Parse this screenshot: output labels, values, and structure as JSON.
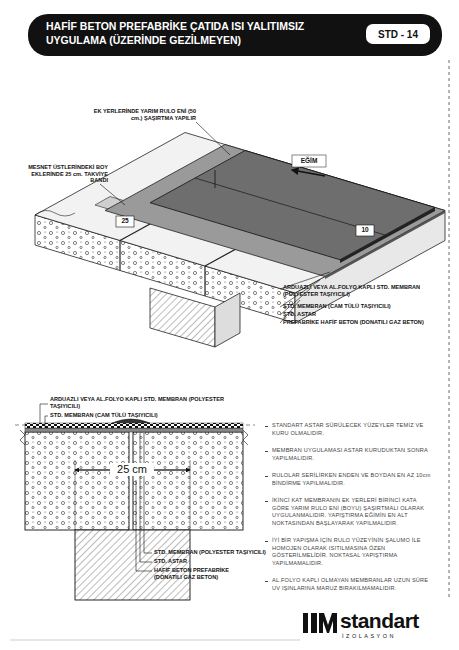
{
  "diagram": {
    "title": "HAFİF BETON PREFABRİKE ÇATIDA ISI YALITIMSIZ UYGULAMA (ÜZERİNDE GEZİLMEYEN)",
    "nodes": [
      {
        "text": [
          "STD - 14"
        ]
      }
    ],
    "labels": [
      "EK YERLERİNDE YARIM RULO ENİ (50 cm.) ŞAŞIRTMA YAPILIR",
      "MESNET ÜSTLERİNDEKİ BOY EKLERİNDE 25 cm. TAKVİYE BANDI",
      "EĞİM",
      "10",
      "25",
      "ARDUAZLI VEYA  AL.FOLYO KAPLI STD. MEMBRAN (POLYESTER TAŞIYICILI)",
      "STD. MEMBRAN (CAM TÜLÜ TAŞIYICILI)",
      "STD. ASTAR",
      "PREFABRİKE HAFİF BETON (DONATILI GAZ BETON)",
      "ARDUAZLI VEYA  AL.FOLYO KAPLI STD. MEMBRAN (POLYESTER TAŞIYICILI)",
      "STD. MEMBRAN (CAM TÜLÜ TAŞIYICILI)",
      "25 cm",
      "STD. MEMBRAN (POLYESTER TAŞIYICILI)",
      "STD. ASTAR",
      "HAFİF BETON PREFABRİKE (DONATILI GAZ BETON)",
      "STANDART ASTAR SÜRÜLECEK YÜZEYLER TEMİZ VE KURU OLMALIDIR.",
      "MEMBRAN UYGULAMASI ASTAR KURUDUKTAN SONRA YAPILMALIDIR.",
      "RULOLAR SERİLİRKEN ENDEN VE BOYDAN EN AZ 10cm BİNDİRME YAPILMALIDIR.",
      "İKİNCİ KAT MEMBRANIN EK YERLERİ BİRİNCİ KATA GÖRE YARIM RULO ENİ (BOYU) ŞAŞIRTMALI OLARAK UYGULANMALIDIR. YAPIŞTIRMA EĞİMİN EN ALT NOKTASINDAN BAŞLAYARAK YAPILMALIDIR.",
      "İYİ BİR YAPIŞMA İÇİN RULO YÜZEYİNİN ŞALUMO İLE HOMOJEN OLARAK ISITILMASINA ÖZEN GÖSTERİLMELİDİR. NOKTASAL YAPIŞTIRMA YAPILMAMALIDIR.",
      "AL.FOLYO KAPLI OLMAYAN MEMBRANLAR UZUN SÜRE UV IŞINLARINA MARUZ BIRAKILMAMALIDIR.",
      "standart",
      "İZOLASYON"
    ]
  }
}
